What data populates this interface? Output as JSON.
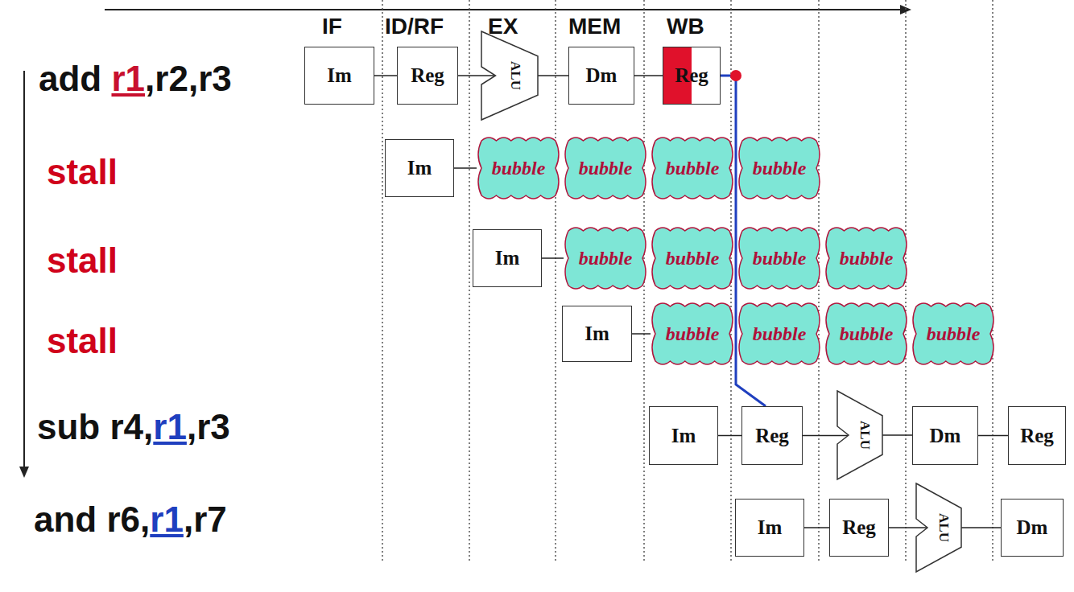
{
  "diagram": {
    "nodes": [
      {
        "text": [
          "Im"
        ]
      },
      {
        "text": [
          "Reg"
        ]
      },
      {
        "text": [
          "ALU"
        ]
      },
      {
        "text": [
          "Dm"
        ]
      },
      {
        "text": [
          "Reg"
        ]
      },
      {
        "text": [
          "Im"
        ]
      },
      {
        "text": [
          "bubble"
        ]
      },
      {
        "text": [
          "bubble"
        ]
      },
      {
        "text": [
          "bubble"
        ]
      },
      {
        "text": [
          "bubble"
        ]
      },
      {
        "text": [
          "Im"
        ]
      },
      {
        "text": [
          "bubble"
        ]
      },
      {
        "text": [
          "bubble"
        ]
      },
      {
        "text": [
          "bubble"
        ]
      },
      {
        "text": [
          "bubble"
        ]
      },
      {
        "text": [
          "Im"
        ]
      },
      {
        "text": [
          "bubble"
        ]
      },
      {
        "text": [
          "bubble"
        ]
      },
      {
        "text": [
          "bubble"
        ]
      },
      {
        "text": [
          "bubble"
        ]
      },
      {
        "text": [
          "Im"
        ]
      },
      {
        "text": [
          "Reg"
        ]
      },
      {
        "text": [
          "ALU"
        ]
      },
      {
        "text": [
          "Dm"
        ]
      },
      {
        "text": [
          "Reg"
        ]
      },
      {
        "text": [
          "Im"
        ]
      },
      {
        "text": [
          "Reg"
        ]
      },
      {
        "text": [
          "ALU"
        ]
      },
      {
        "text": [
          "Dm"
        ]
      }
    ],
    "edges": [
      {
        "from": 0,
        "to": 1,
        "arrow": "none"
      },
      {
        "from": 1,
        "to": 2,
        "arrow": "none"
      },
      {
        "from": 2,
        "to": 3,
        "arrow": "none"
      },
      {
        "from": 3,
        "to": 4,
        "arrow": "none"
      },
      {
        "from": 5,
        "to": 6,
        "arrow": "none"
      },
      {
        "from": 10,
        "to": 11,
        "arrow": "none"
      },
      {
        "from": 15,
        "to": 16,
        "arrow": "none"
      },
      {
        "from": 20,
        "to": 21,
        "arrow": "none"
      },
      {
        "from": 21,
        "to": 22,
        "arrow": "none"
      },
      {
        "from": 22,
        "to": 23,
        "arrow": "none"
      },
      {
        "from": 23,
        "to": 24,
        "arrow": "none"
      },
      {
        "from": 25,
        "to": 26,
        "arrow": "none"
      },
      {
        "from": 26,
        "to": 27,
        "arrow": "none"
      },
      {
        "from": 27,
        "to": 28,
        "arrow": "none"
      },
      {
        "from": 4,
        "to": 21,
        "arrow": "none"
      }
    ],
    "labels": [
      "IF",
      "ID/RF",
      "EX",
      "MEM",
      "WB",
      "add r1,r2,r3",
      "stall",
      "stall",
      "stall",
      "sub r4,r1,r3",
      "and r6,r1,r7"
    ]
  }
}
